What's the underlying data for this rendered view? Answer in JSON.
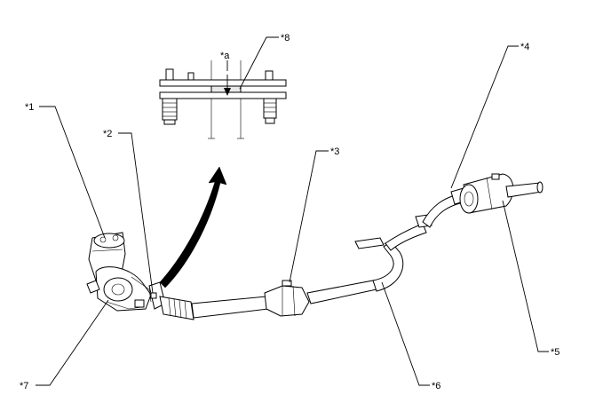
{
  "figure": {
    "labels": [
      {
        "id": "1",
        "text": "*1"
      },
      {
        "id": "2",
        "text": "*2"
      },
      {
        "id": "3",
        "text": "*3"
      },
      {
        "id": "4",
        "text": "*4"
      },
      {
        "id": "5",
        "text": "*5"
      },
      {
        "id": "6",
        "text": "*6"
      },
      {
        "id": "7",
        "text": "*7"
      },
      {
        "id": "8",
        "text": "*8"
      },
      {
        "id": "a",
        "text": "*a"
      }
    ]
  }
}
